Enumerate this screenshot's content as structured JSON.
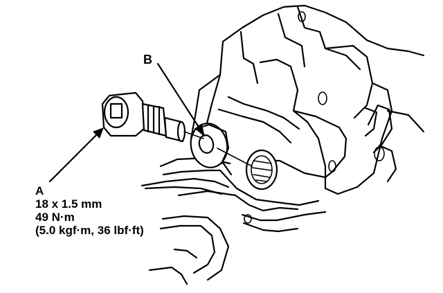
{
  "labels": {
    "b": "B",
    "a": {
      "letter": "A",
      "size": "18 x 1.5 mm",
      "torque_nm": "49 N·m",
      "torque_alt": "(5.0 kgf·m, 36 lbf·ft)"
    }
  }
}
